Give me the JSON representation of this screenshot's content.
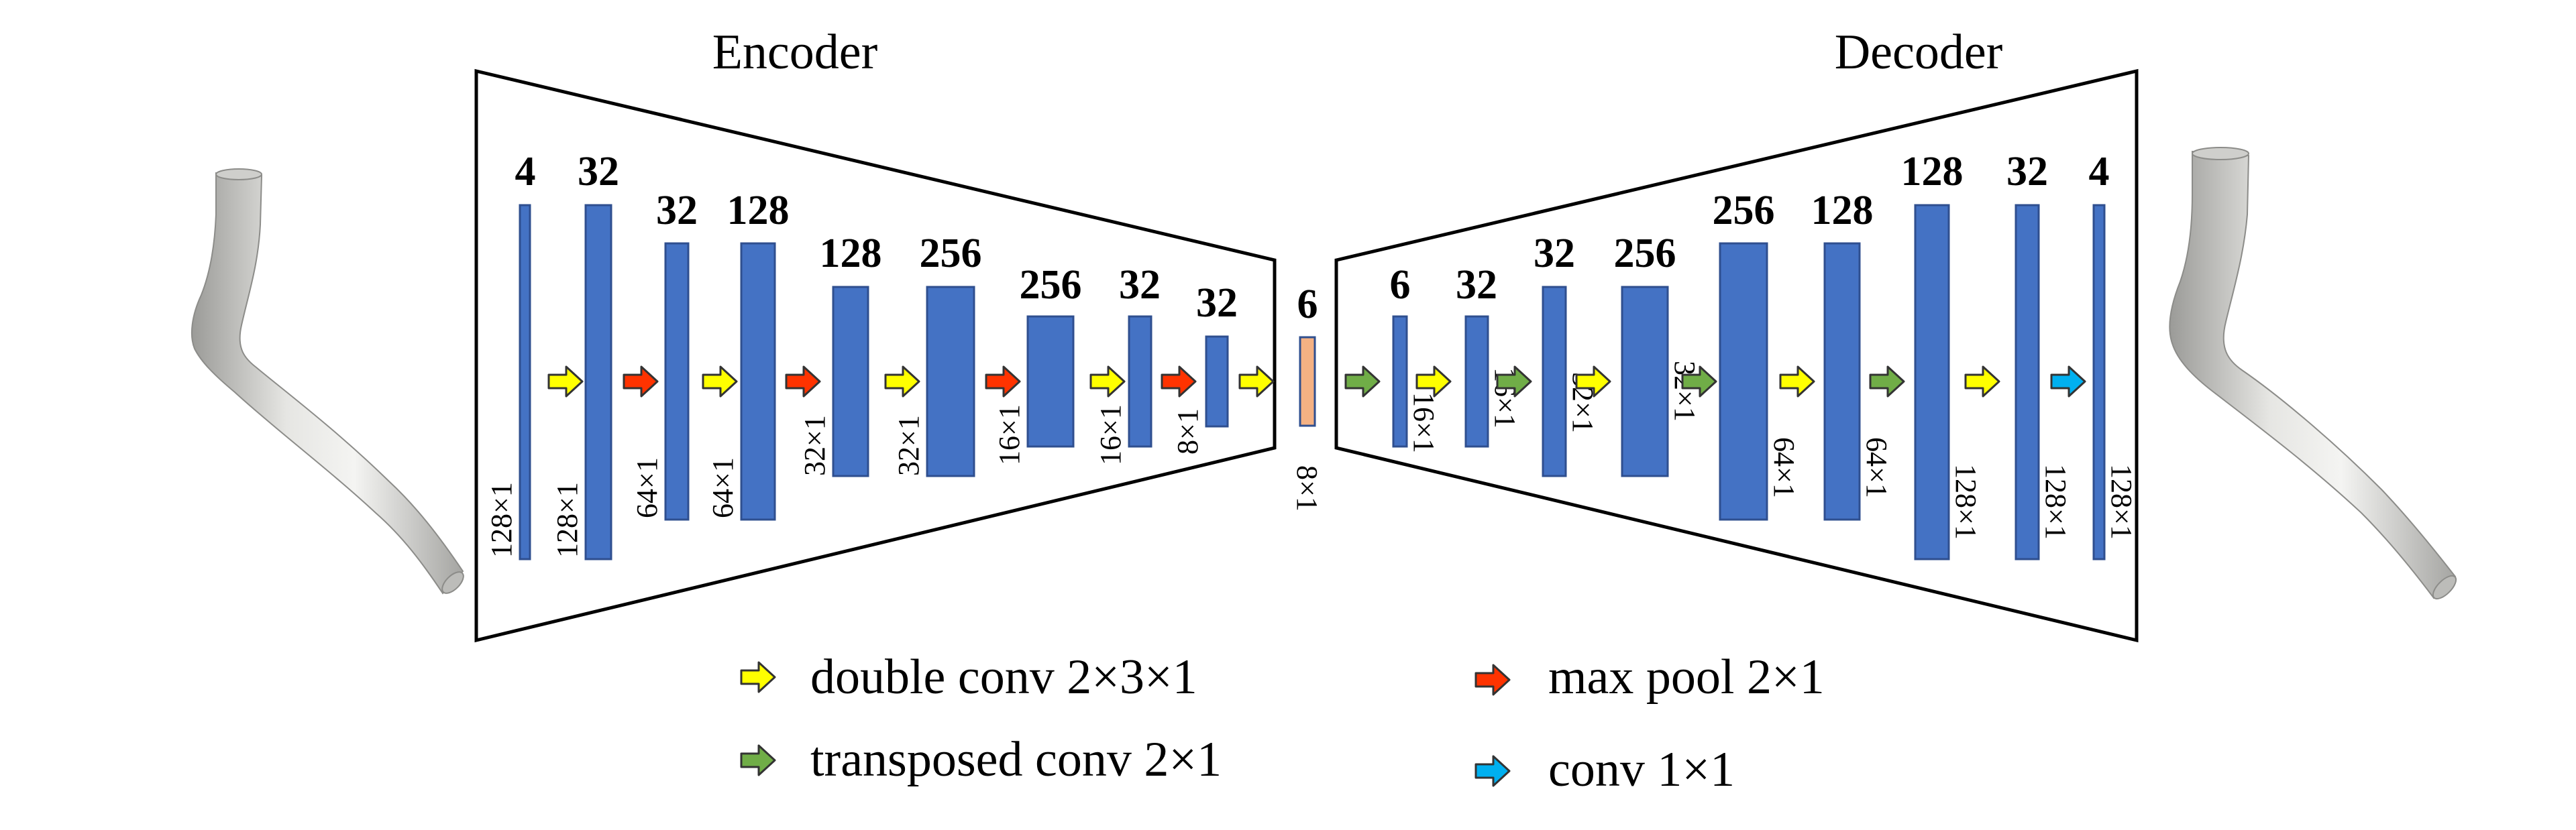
{
  "encoder_title": "Encoder",
  "decoder_title": "Decoder",
  "colors": {
    "feature_block": "#4472c4",
    "latent_block": "#f4b183",
    "double_conv": "#ffff00",
    "max_pool": "#ff3300",
    "transposed_conv": "#70ad47",
    "conv": "#00b0f0",
    "tube": "#d9d9d6"
  },
  "encoder_blocks": [
    {
      "channels": "4",
      "size": "128×1"
    },
    {
      "channels": "32",
      "size": "128×1"
    },
    {
      "channels": "32",
      "size": "64×1"
    },
    {
      "channels": "128",
      "size": "64×1"
    },
    {
      "channels": "128",
      "size": "32×1"
    },
    {
      "channels": "256",
      "size": "32×1"
    },
    {
      "channels": "256",
      "size": "16×1"
    },
    {
      "channels": "32",
      "size": "16×1"
    },
    {
      "channels": "32",
      "size": "8×1"
    }
  ],
  "latent_block": {
    "channels": "6",
    "size": "8×1"
  },
  "decoder_blocks": [
    {
      "channels": "6",
      "size": "16×1"
    },
    {
      "channels": "32",
      "size": "16×1"
    },
    {
      "channels": "32",
      "size": "32×1"
    },
    {
      "channels": "256",
      "size": "32×1"
    },
    {
      "channels": "256",
      "size": "64×1"
    },
    {
      "channels": "128",
      "size": "64×1"
    },
    {
      "channels": "128",
      "size": "128×1"
    },
    {
      "channels": "32",
      "size": "128×1"
    },
    {
      "channels": "4",
      "size": "128×1"
    }
  ],
  "arrows": [
    "double_conv",
    "max_pool",
    "double_conv",
    "max_pool",
    "double_conv",
    "max_pool",
    "double_conv",
    "max_pool",
    "double_conv",
    "transposed_conv",
    "double_conv",
    "transposed_conv",
    "double_conv",
    "transposed_conv",
    "double_conv",
    "transposed_conv",
    "double_conv",
    "conv"
  ],
  "legend": {
    "double_conv": "double conv 2×3×1",
    "transposed_conv": "transposed conv 2×1",
    "max_pool": "max pool 2×1",
    "conv": "conv 1×1"
  }
}
